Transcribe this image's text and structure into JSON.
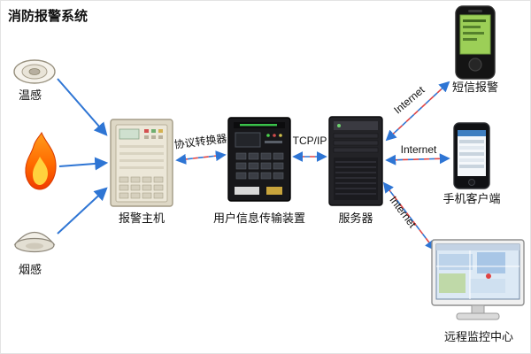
{
  "title": "消防报警系统",
  "nodes": {
    "temp_sensor": {
      "label": "温感"
    },
    "smoke_sensor": {
      "label": "烟感"
    },
    "alarm_host": {
      "label": "报警主机"
    },
    "transmitter": {
      "label": "用户信息传输装置"
    },
    "server": {
      "label": "服务器"
    },
    "sms_phone": {
      "label": "短信报警"
    },
    "mobile_client": {
      "label": "手机客户端"
    },
    "monitor_center": {
      "label": "远程监控中心"
    }
  },
  "links": {
    "protocol_converter": "协议转换器",
    "tcpip": "TCP/IP",
    "internet_top": "Internet",
    "internet_middle": "Internet",
    "internet_bottom": "Internet"
  },
  "colors": {
    "arrow_blue": "#2e75d4",
    "dash_red": "#e04343",
    "flame_orange": "#ff6a00",
    "sms_screen_green": "#9ccf57"
  }
}
